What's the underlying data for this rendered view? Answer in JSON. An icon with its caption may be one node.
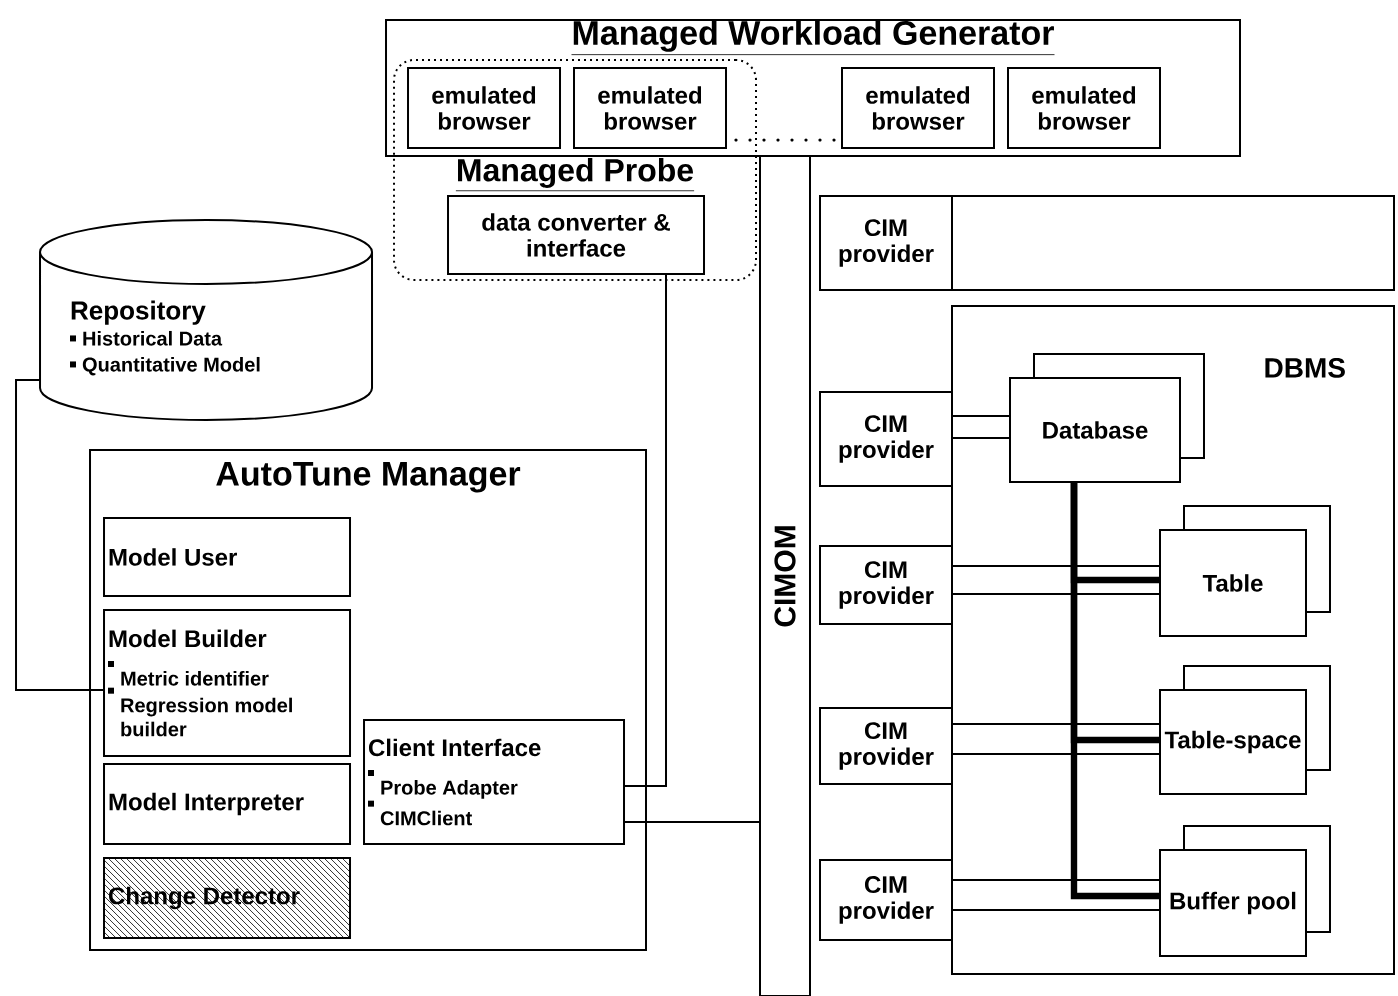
{
  "diagram": {
    "nodes": [
      {
        "text": [
          "Managed Workload Generator"
        ]
      },
      {
        "text": [
          "emulated browser"
        ]
      },
      {
        "text": [
          "emulated browser"
        ]
      },
      {
        "text": [
          "emulated browser"
        ],
        "in": 0
      },
      {
        "text": [
          "emulated browser"
        ],
        "in": 0
      },
      {
        "text": [
          "Managed Probe"
        ]
      },
      {
        "text": [
          "data converter & interface"
        ],
        "in": 5
      },
      {
        "text": [
          "Repository",
          "Historical Data",
          "Quantitative Model"
        ]
      },
      {
        "text": [
          "AutoTune Manager"
        ]
      },
      {
        "text": [
          "Model User"
        ],
        "in": 8
      },
      {
        "text": [
          "Model Builder",
          "Metric identifier",
          "Regression model builder"
        ],
        "in": 8
      },
      {
        "text": [
          "Model Interpreter"
        ],
        "in": 8
      },
      {
        "text": [
          "Change Detector"
        ],
        "in": 8
      },
      {
        "text": [
          "Client Interface",
          "Probe Adapter",
          "CIMClient"
        ],
        "in": 8
      },
      {
        "text": [
          "CIMOM"
        ]
      },
      {
        "text": [
          "CIM provider"
        ]
      },
      {
        "text": [],
        "shape": "box"
      },
      {
        "text": [
          "DBMS"
        ]
      },
      {
        "text": [
          "CIM provider"
        ]
      },
      {
        "text": [
          "Database"
        ],
        "in": 17
      },
      {
        "text": [
          "CIM provider"
        ]
      },
      {
        "text": [
          "Table"
        ],
        "in": 17
      },
      {
        "text": [
          "CIM provider"
        ]
      },
      {
        "text": [
          "Table-space"
        ],
        "in": 17
      },
      {
        "text": [
          "CIM provider"
        ]
      },
      {
        "text": [
          "Buffer pool"
        ],
        "in": 17
      }
    ],
    "edges": [
      {
        "from": 7,
        "to": 10,
        "arrow": "none"
      },
      {
        "from": 6,
        "to": 13,
        "arrow": "none"
      },
      {
        "from": 13,
        "to": 14,
        "arrow": "none"
      },
      {
        "from": 18,
        "to": 19,
        "arrow": "none"
      },
      {
        "from": 18,
        "to": 19,
        "arrow": "none"
      },
      {
        "from": 20,
        "to": 21,
        "arrow": "none"
      },
      {
        "from": 20,
        "to": 21,
        "arrow": "none"
      },
      {
        "from": 22,
        "to": 23,
        "arrow": "none"
      },
      {
        "from": 22,
        "to": 23,
        "arrow": "none"
      },
      {
        "from": 24,
        "to": 25,
        "arrow": "none"
      },
      {
        "from": 24,
        "to": 25,
        "arrow": "none"
      },
      {
        "from": 19,
        "to": 21,
        "arrow": "none",
        "style": "thick"
      },
      {
        "from": 19,
        "to": 23,
        "arrow": "none",
        "style": "thick"
      },
      {
        "from": 19,
        "to": 25,
        "arrow": "none",
        "style": "thick"
      }
    ]
  }
}
